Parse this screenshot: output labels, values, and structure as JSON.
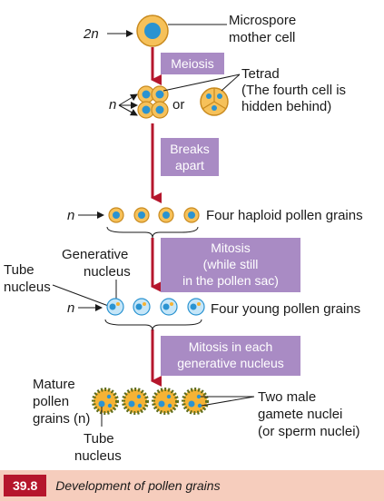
{
  "labels": {
    "two_n": "2n",
    "microspore_line1": "Microspore",
    "microspore_line2": "mother cell",
    "meiosis": "Meiosis",
    "n_tetrad": "n",
    "or": "or",
    "tetrad_line1": "Tetrad",
    "tetrad_line2": "(The fourth cell is",
    "tetrad_line3": "hidden behind)",
    "breaks_line1": "Breaks",
    "breaks_line2": "apart",
    "n_haploid": "n",
    "four_haploid": "Four haploid pollen grains",
    "generative_line1": "Generative",
    "generative_line2": "nucleus",
    "tube_line1": "Tube",
    "tube_line2": "nucleus",
    "mitosis_line1": "Mitosis",
    "mitosis_line2": "(while still",
    "mitosis_line3": "in the pollen sac)",
    "n_young": "n",
    "four_young": "Four young pollen grains",
    "mitosis_each_line1": "Mitosis in each",
    "mitosis_each_line2": "generative nucleus",
    "mature_line1": "Mature",
    "mature_line2": "pollen",
    "mature_line3": "grains (n)",
    "tube2_line1": "Tube",
    "tube2_line2": "nucleus",
    "two_male_line1": "Two male",
    "two_male_line2": "gamete nuclei",
    "two_male_line3": "(or sperm nuclei)"
  },
  "caption": {
    "number": "39.8",
    "text": "Development of pollen grains"
  },
  "colors": {
    "arrow": "#b5162c",
    "step_box": "#a98bc4",
    "cell_fill": "#f6c15a",
    "nucleus": "#2a93d1",
    "young_cell": "#c6e6f8",
    "pollen_wall": "#5f6e1e",
    "pollen_fill": "#f5b335"
  }
}
